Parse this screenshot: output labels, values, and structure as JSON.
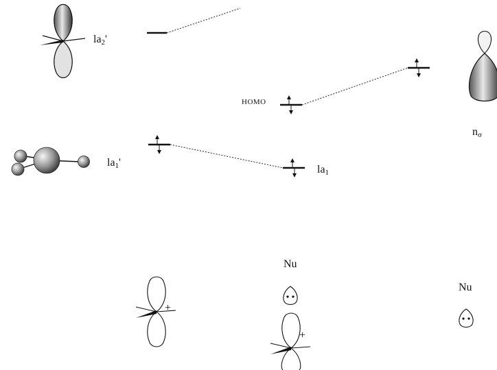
{
  "orbitals": {
    "la2_prime": {
      "base": "la",
      "sub": "2",
      "suffix": "'"
    },
    "la1_prime": {
      "base": "la",
      "sub": "1",
      "suffix": "'"
    },
    "la1": {
      "base": "la",
      "sub": "1",
      "suffix": ""
    },
    "homo": "HOMO",
    "n_sigma": {
      "base": "n",
      "sub": "σ"
    }
  },
  "nucleophile": {
    "middle": "Nu",
    "right": "Nu"
  },
  "charges": {
    "plus": "+"
  },
  "colors": {
    "line": "#111111",
    "dashed": "#333333",
    "lobe_dark": "#8a8a8a",
    "lobe_light": "#e6e6e6"
  }
}
